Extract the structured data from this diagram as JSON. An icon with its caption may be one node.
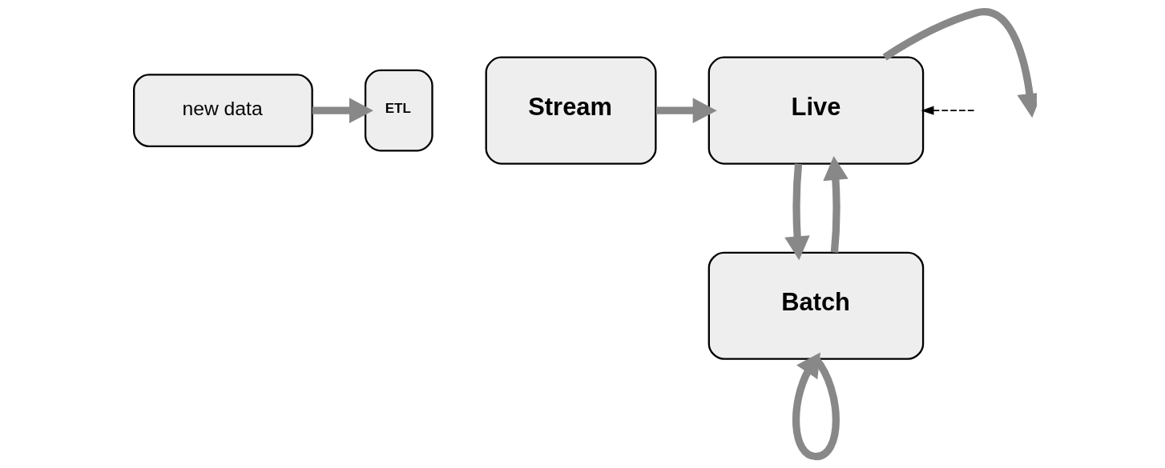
{
  "diagram": {
    "nodes": [
      {
        "text": [
          "new data"
        ]
      },
      {
        "text": [
          "ETL"
        ]
      },
      {
        "text": [
          "Stream"
        ]
      },
      {
        "text": [
          "Live"
        ]
      },
      {
        "text": [
          "Batch"
        ]
      }
    ],
    "edges": [
      {
        "from": 0,
        "to": 1,
        "arrow": "to"
      },
      {
        "from": 2,
        "to": 3,
        "arrow": "to"
      },
      {
        "from": 3,
        "to": null,
        "arrow": "to"
      },
      {
        "from": null,
        "to": 3,
        "arrow": "to",
        "style": "dashed",
        "color": "#000000"
      },
      {
        "from": 3,
        "to": 4,
        "arrow": "to"
      },
      {
        "from": 4,
        "to": 3,
        "arrow": "to"
      },
      {
        "from": 4,
        "to": 4,
        "arrow": "to"
      }
    ]
  }
}
